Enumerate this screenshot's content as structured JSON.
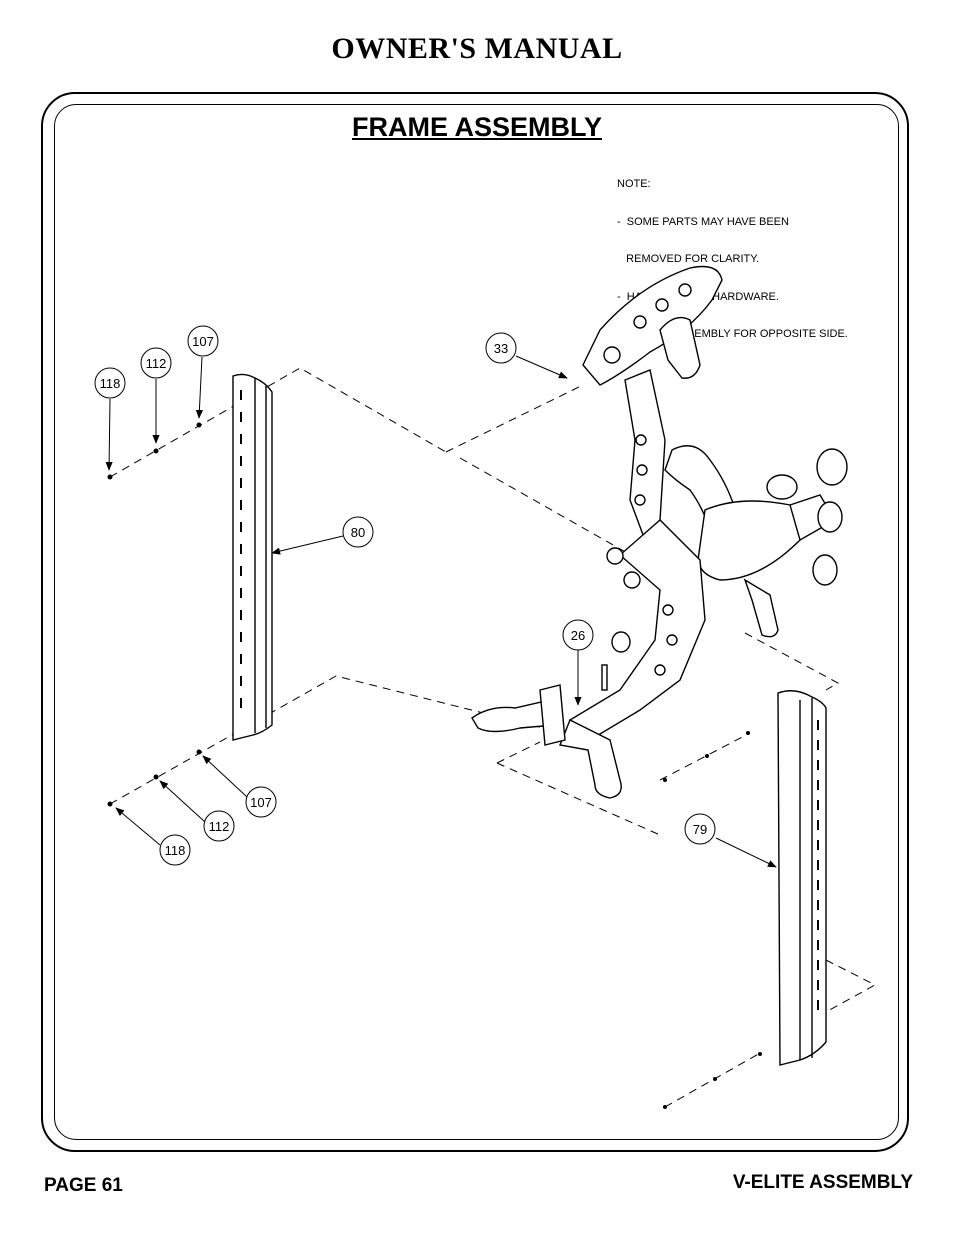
{
  "header": {
    "title": "OWNER'S MANUAL"
  },
  "section": {
    "title": "FRAME ASSEMBLY"
  },
  "note": {
    "lines": [
      "NOTE:",
      "-  SOME PARTS MAY HAVE BEEN",
      "   REMOVED FOR CLARITY.",
      "-  HAND TIGHTEN HARDWARE.",
      "-  REPEAT ASSEMBLY FOR OPPOSITE SIDE."
    ]
  },
  "callouts": {
    "c107_top": "107",
    "c112_top": "112",
    "c118_top": "118",
    "c33": "33",
    "c80": "80",
    "c26": "26",
    "c107_bottom": "107",
    "c112_bottom": "112",
    "c118_bottom": "118",
    "c79": "79"
  },
  "footer": {
    "page": "PAGE 61",
    "doc": "V-ELITE ASSEMBLY"
  }
}
